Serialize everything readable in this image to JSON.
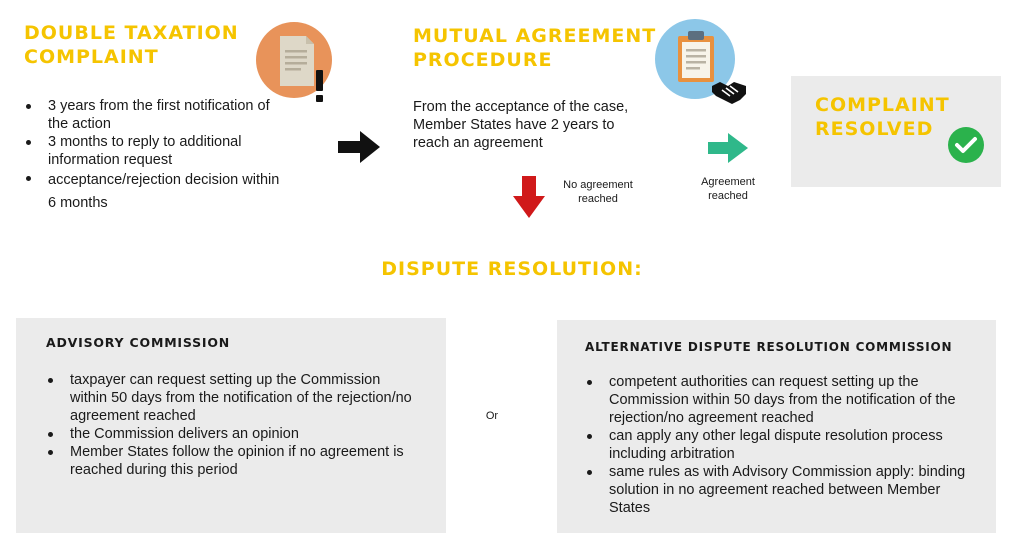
{
  "double_taxation": {
    "title_line1": "DOUBLE TAXATION",
    "title_line2": "COMPLAINT",
    "items": [
      "3 years from the first notification of the action",
      "3 months to reply to additional information request",
      "acceptance/rejection decision within 6 months"
    ],
    "icon": "document-warning-icon"
  },
  "mutual_agreement": {
    "title_line1": "MUTUAL AGREEMENT",
    "title_line2": "PROCEDURE",
    "text": "From the acceptance of the case, Member States have 2 years to reach an agreement",
    "icon": "clipboard-icon",
    "handshake_icon": "handshake-icon"
  },
  "arrows": {
    "no_agreement": "No agreement reached",
    "agreement": "Agreement reached"
  },
  "resolved": {
    "title_line1": "COMPLAINT",
    "title_line2": "RESOLVED",
    "icon": "check-circle-icon"
  },
  "dispute_heading": "DISPUTE RESOLUTION:",
  "advisory": {
    "title": "ADVISORY COMMISSION",
    "items": [
      "taxpayer can request setting up the Commission within 50 days from the notification of the rejection/no agreement reached",
      "the Commission delivers an opinion",
      "Member States follow the opinion if no agreement is reached during this period"
    ]
  },
  "or_label": "Or",
  "alternative": {
    "title": "ALTERNATIVE DISPUTE RESOLUTION COMMISSION",
    "items": [
      "competent authorities can request setting up the Commission within 50 days from the notification of the rejection/no agreement reached",
      "can apply any other legal dispute resolution process including arbitration",
      "same rules as with Advisory Commission apply: binding solution in no agreement reached between Member States"
    ]
  },
  "colors": {
    "heading_yellow": "#f5c400",
    "arrow_black": "#111111",
    "arrow_red": "#d0191a",
    "arrow_green": "#2fb88a",
    "check_green": "#2bb24c",
    "box_gray": "#ebebeb",
    "doc_circle": "#e8935a",
    "clipboard_circle": "#8cc7e8"
  }
}
